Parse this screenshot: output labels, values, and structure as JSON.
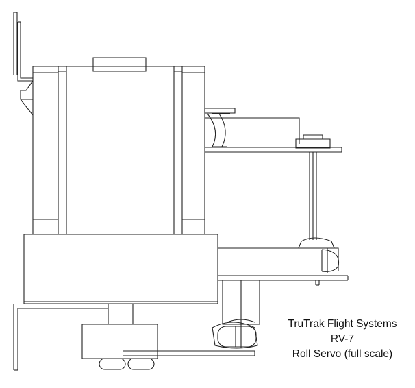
{
  "caption": {
    "line1": "TruTrak Flight Systems",
    "line2": "RV-7",
    "line3": "Roll Servo (full scale)"
  },
  "colors": {
    "line": "#222222",
    "background": "#ffffff"
  }
}
